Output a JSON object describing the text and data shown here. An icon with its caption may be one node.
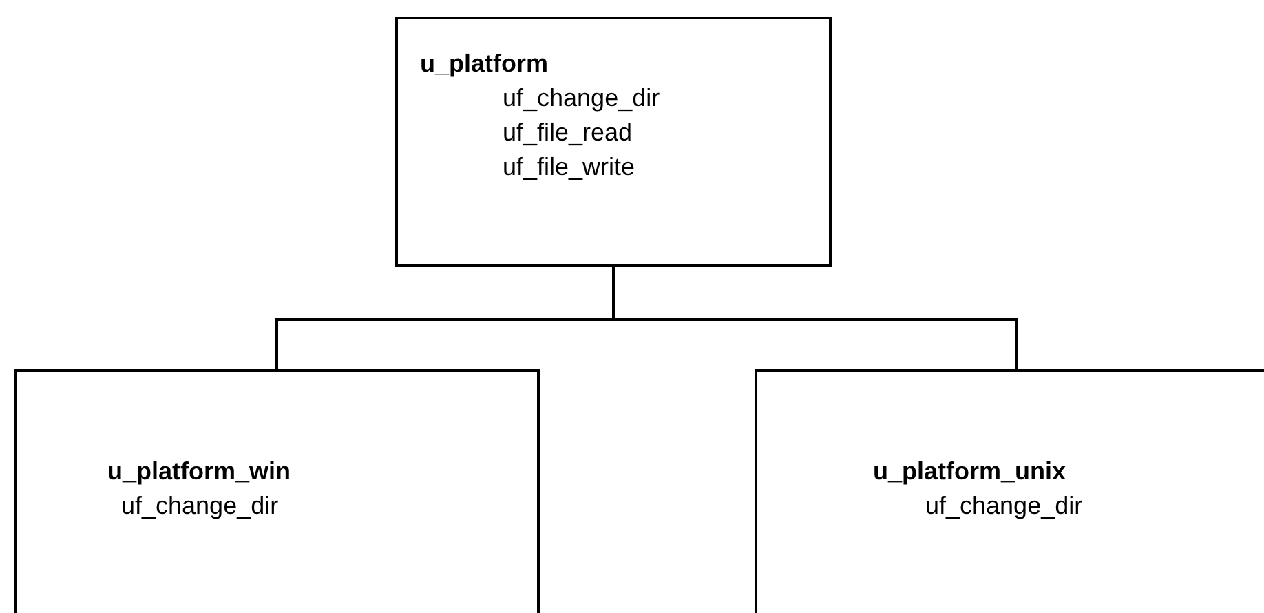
{
  "diagram": {
    "nodes": [
      {
        "text": [
          "u_platform",
          "uf_change_dir",
          "uf_file_read",
          "uf_file_write"
        ]
      },
      {
        "text": [
          "u_platform_win",
          "uf_change_dir"
        ]
      },
      {
        "text": [
          "u_platform_unix",
          "uf_change_dir"
        ]
      }
    ],
    "edges": [
      {
        "from": 0,
        "to": 1,
        "arrow": "none"
      },
      {
        "from": 0,
        "to": 2,
        "arrow": "none"
      }
    ]
  }
}
